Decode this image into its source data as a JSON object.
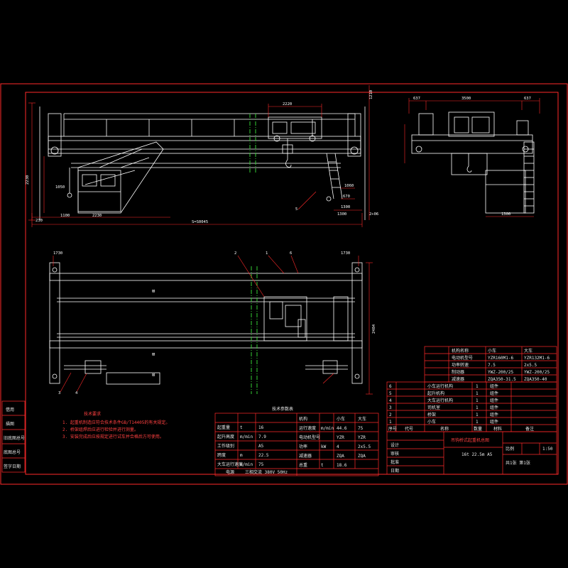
{
  "colors": {
    "background": "#000000",
    "border": "#ff2a2a",
    "structure": "#ffffff",
    "dimension": "#ff2a2a",
    "centerline": "#33cc33",
    "text": "#e8e8e8",
    "note_text": "#ff4040"
  },
  "dimensions": {
    "span": "S=S0045",
    "hook_left": "1050",
    "total_height": "2230",
    "bottom_left": "230",
    "bottom_a": "1100",
    "bottom_b": "2230",
    "trolley_width": "2220",
    "right_a": "1060",
    "right_b": "670",
    "right_c": "1300",
    "right_d": "1300",
    "right_e": "2+06",
    "top_left": "1210",
    "side_width": "3500",
    "side_left": "637",
    "side_right": "637",
    "side_bottom": "1300",
    "plan_left": "1730",
    "plan_right": "1730",
    "plan_height": "2484"
  },
  "callouts": [
    "1",
    "2",
    "3",
    "4",
    "5",
    "6"
  ],
  "notes": {
    "title": "技术要求",
    "lines": [
      "1. 起重机制造应符合技术条件GB/T14405的有关规定。",
      "2. 桥架组焊后应进行检验并进行测量。",
      "3. 安装完成后应按规定进行试车并合格后方可使用。"
    ]
  },
  "param_table": {
    "title": "技术参数表",
    "left_cols": [
      "起重量",
      "t",
      "16"
    ],
    "rows_left": [
      [
        "起重量",
        "t",
        "16"
      ],
      [
        "起升高度",
        "m/min",
        "7.9"
      ],
      [
        "工作级别",
        "",
        "A5"
      ],
      [
        "跨度",
        "m",
        "22.5"
      ],
      [
        "大车运行速度",
        "m/min",
        "75"
      ]
    ],
    "rows_right": [
      [
        "机构",
        "",
        "小车",
        "大车"
      ],
      [
        "运行速度",
        "m/min",
        "44.6",
        "75"
      ],
      [
        "电动机型号",
        "",
        "YZR",
        "YZR"
      ],
      [
        "功率",
        "kW",
        "4",
        "2x5.5"
      ],
      [
        "减速器",
        "",
        "ZQA",
        "ZQA"
      ],
      [
        "总重",
        "t",
        "18.6",
        ""
      ]
    ],
    "footer_left": "电源",
    "footer_right": "三相交流 380V 50Hz"
  },
  "mech_table": {
    "headers": [
      "机构名称",
      "小车",
      "大车"
    ],
    "rows": [
      [
        "电动机型号",
        "YZR160M1-6",
        "YZR132M1-6"
      ],
      [
        "功率转速",
        "7.5",
        "2x5.5"
      ],
      [
        "制动器",
        "YWZ-200/25",
        "YWZ-200/25"
      ],
      [
        "减速器",
        "ZQA350-31.5",
        "ZQA350-40"
      ]
    ]
  },
  "bom_table": {
    "rows": [
      [
        "6",
        "小车运行机构",
        "1",
        "组件"
      ],
      [
        "5",
        "起升机构",
        "1",
        "组件"
      ],
      [
        "4",
        "大车运行机构",
        "1",
        "组件"
      ],
      [
        "3",
        "司机室",
        "1",
        "组件"
      ],
      [
        "2",
        "桥架",
        "1",
        "组件"
      ],
      [
        "1",
        "小车",
        "1",
        "组件"
      ]
    ],
    "header": [
      "序号",
      "代号",
      "名称",
      "数量",
      "材料",
      "备注"
    ]
  },
  "title_block": {
    "drawing_title": "吊钩桥式起重机总图",
    "sub_title": "16t  22.5m  A5",
    "scale_label": "比例",
    "scale": "1:50",
    "sheet": "共1张 第1张",
    "designer": "设计",
    "checker": "审核",
    "approver": "批准",
    "date": "日期"
  },
  "left_margin": {
    "cells": [
      "借用",
      "描图",
      "旧底图总号",
      "底图总号",
      "签字日期"
    ]
  }
}
